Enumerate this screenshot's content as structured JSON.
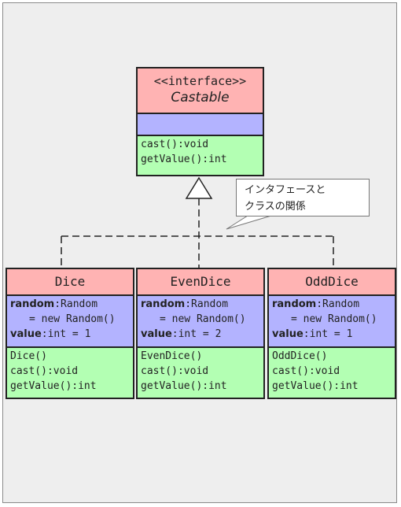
{
  "interface": {
    "stereotype": "<<interface>>",
    "name": "Castable",
    "operations": [
      "cast():void",
      "getValue():int"
    ]
  },
  "classes": [
    {
      "name": "Dice",
      "attr1_name": "random",
      "attr1_type": ":Random",
      "attr1_cont": "= new Random()",
      "attr2_name": "value",
      "attr2_type": ":int = 1",
      "operations": [
        "Dice()",
        "cast():void",
        "getValue():int"
      ]
    },
    {
      "name": "EvenDice",
      "attr1_name": "random",
      "attr1_type": ":Random",
      "attr1_cont": "= new Random()",
      "attr2_name": "value",
      "attr2_type": ":int = 2",
      "operations": [
        "EvenDice()",
        "cast():void",
        "getValue():int"
      ]
    },
    {
      "name": "OddDice",
      "attr1_name": "random",
      "attr1_type": ":Random",
      "attr1_cont": "= new Random()",
      "attr2_name": "value",
      "attr2_type": ":int = 1",
      "operations": [
        "OddDice()",
        "cast():void",
        "getValue():int"
      ]
    }
  ],
  "note": {
    "line1": "インタフェースと",
    "line2": "クラスの関係"
  }
}
